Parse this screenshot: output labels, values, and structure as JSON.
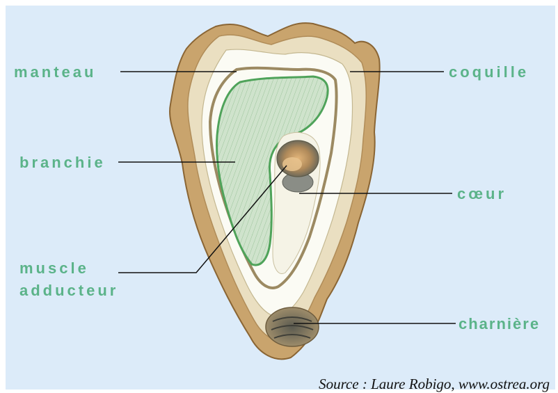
{
  "labels": {
    "manteau": "manteau",
    "branchie": "branchie",
    "muscle_line1": "muscle",
    "muscle_line2": "adducteur",
    "coquille": "coquille",
    "coeur": "cœur",
    "charniere": "charnière"
  },
  "source": "Source : Laure Robigo, www.ostrea.org",
  "colors": {
    "background": "#dcebf9",
    "label_text": "#5bb389",
    "leader_line": "#111111"
  }
}
